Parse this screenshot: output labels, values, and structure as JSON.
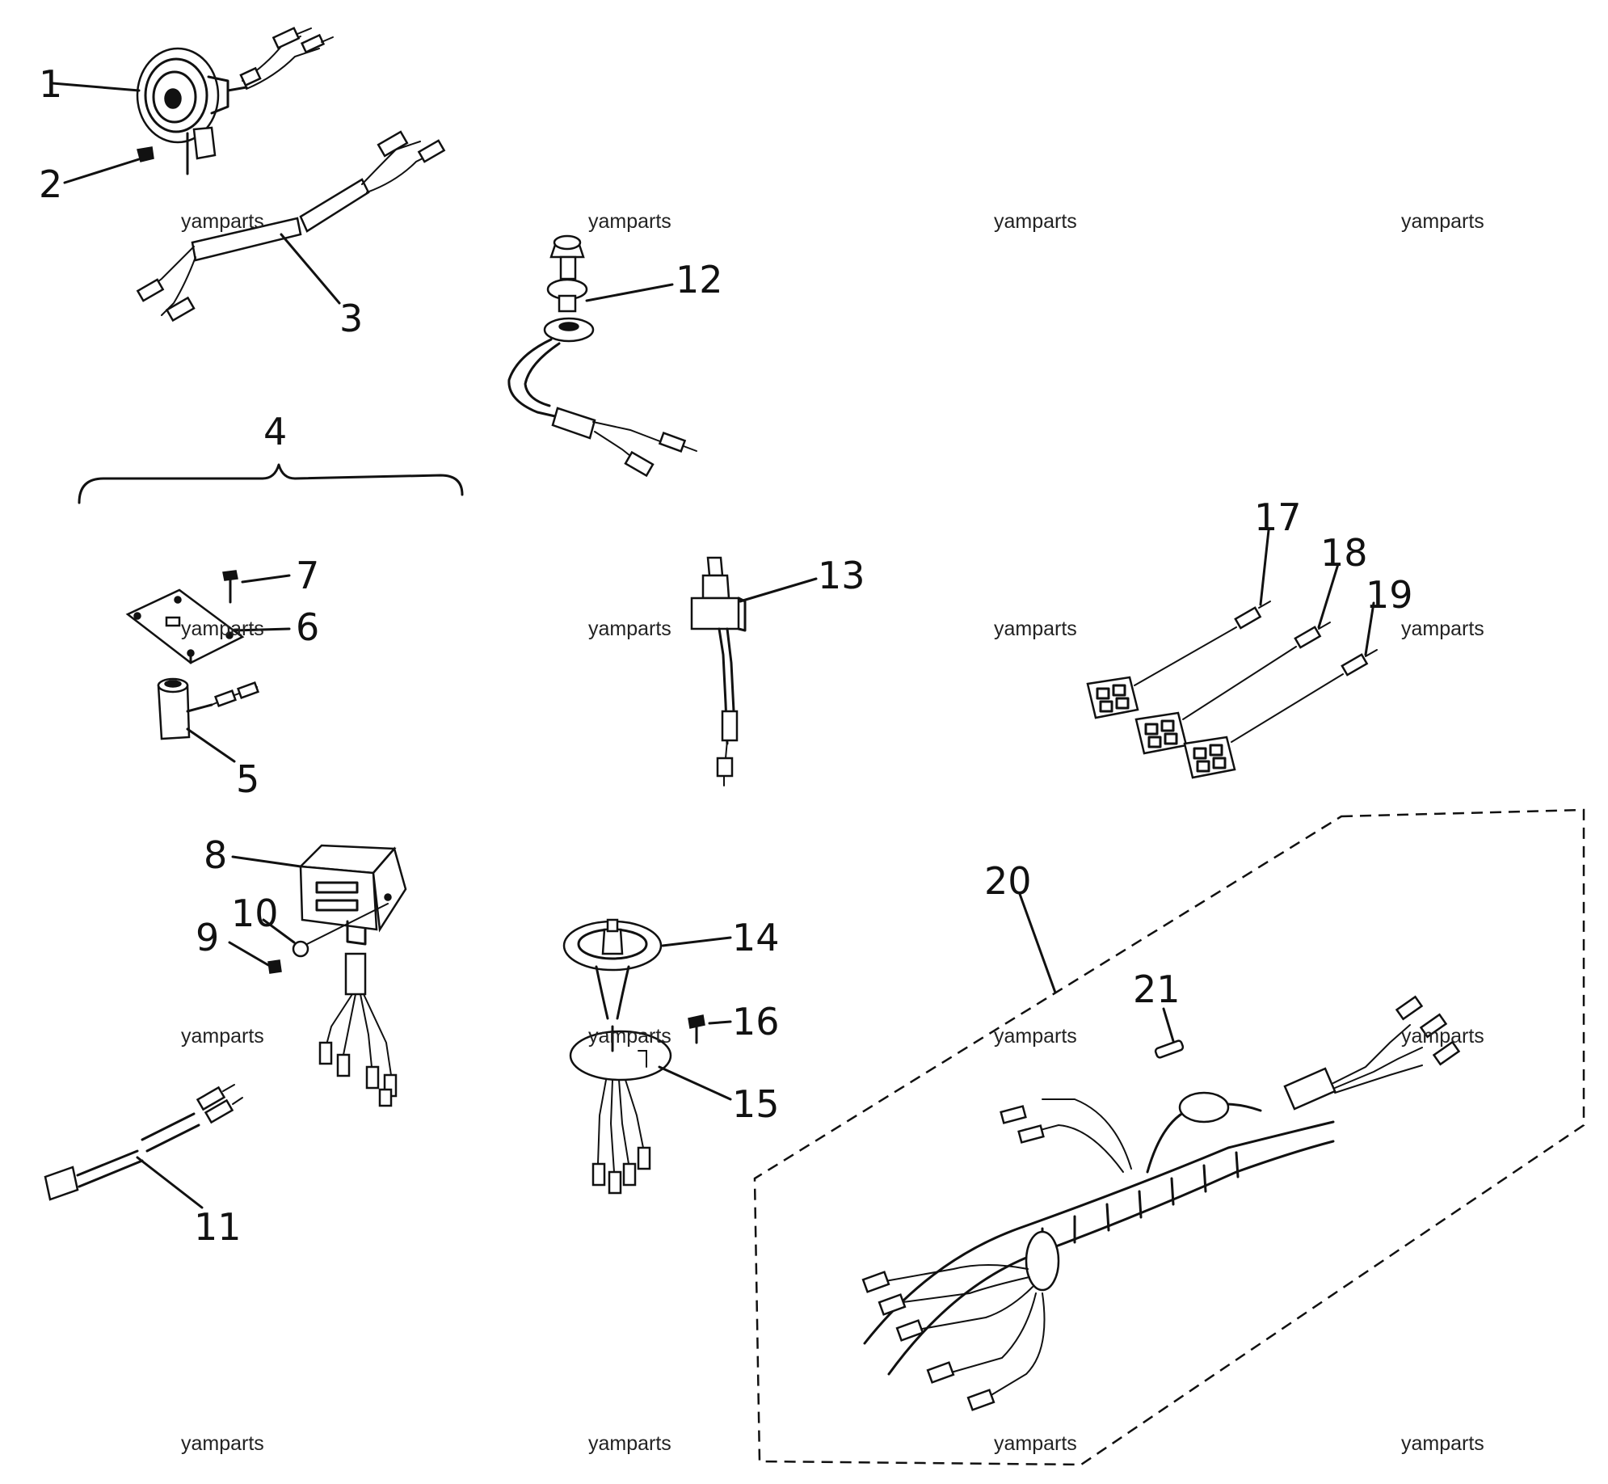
{
  "callouts": {
    "c1": "1",
    "c2": "2",
    "c3": "3",
    "c4": "4",
    "c5": "5",
    "c6": "6",
    "c7": "7",
    "c8": "8",
    "c9": "9",
    "c10": "10",
    "c11": "11",
    "c12": "12",
    "c13": "13",
    "c14": "14",
    "c15": "15",
    "c16": "16",
    "c17": "17",
    "c18": "18",
    "c19": "19",
    "c20": "20",
    "c21": "21"
  },
  "watermark": "yamparts"
}
